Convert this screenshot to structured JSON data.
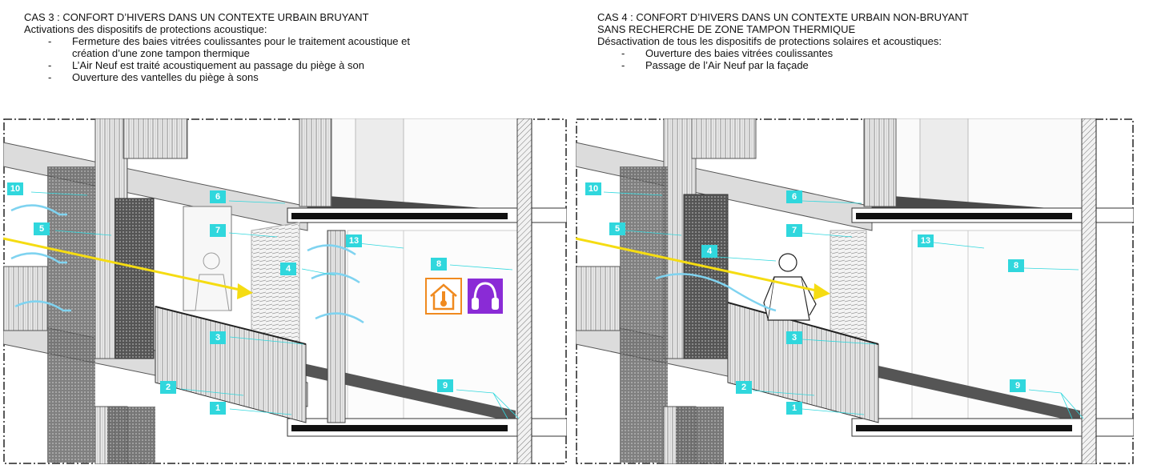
{
  "case3": {
    "title": "CAS 3 : CONFORT D’HIVERS DANS UN CONTEXTE URBAIN BRUYANT",
    "intro": "Activations des dispositifs de protections acoustique:",
    "items": [
      "Fermeture des baies vitrées coulissantes pour le traitement acoustique et\ncréation d’une zone tampon thermique",
      "L’Air Neuf est traité acoustiquement au passage du piège à son",
      "Ouverture des vantelles du piège à sons"
    ],
    "tags": [
      "10",
      "5",
      "6",
      "7",
      "4",
      "13",
      "8",
      "3",
      "2",
      "1",
      "9"
    ]
  },
  "case4": {
    "title": "CAS 4 : CONFORT D’HIVERS DANS UN CONTEXTE URBAIN NON-BRUYANT",
    "subtitle": "SANS RECHERCHE DE ZONE TAMPON THERMIQUE",
    "intro": "Désactivation de tous les dispositifs de protections solaires et acoustiques:",
    "items": [
      "Ouverture des baies vitrées coulissantes",
      "Passage de l’Air Neuf par la façade"
    ],
    "tags": [
      "10",
      "5",
      "6",
      "7",
      "4",
      "13",
      "8",
      "3",
      "2",
      "1",
      "9"
    ]
  },
  "icons": {
    "thermal": "house-thermometer-icon",
    "acoustic": "ear-protection-icon",
    "colors": {
      "tag": "#30d7dd",
      "sun_arrow": "#f5dc12",
      "air": "#7fd3f0",
      "thermal": "#f08a1f",
      "acoustic": "#8a2bd6"
    }
  }
}
